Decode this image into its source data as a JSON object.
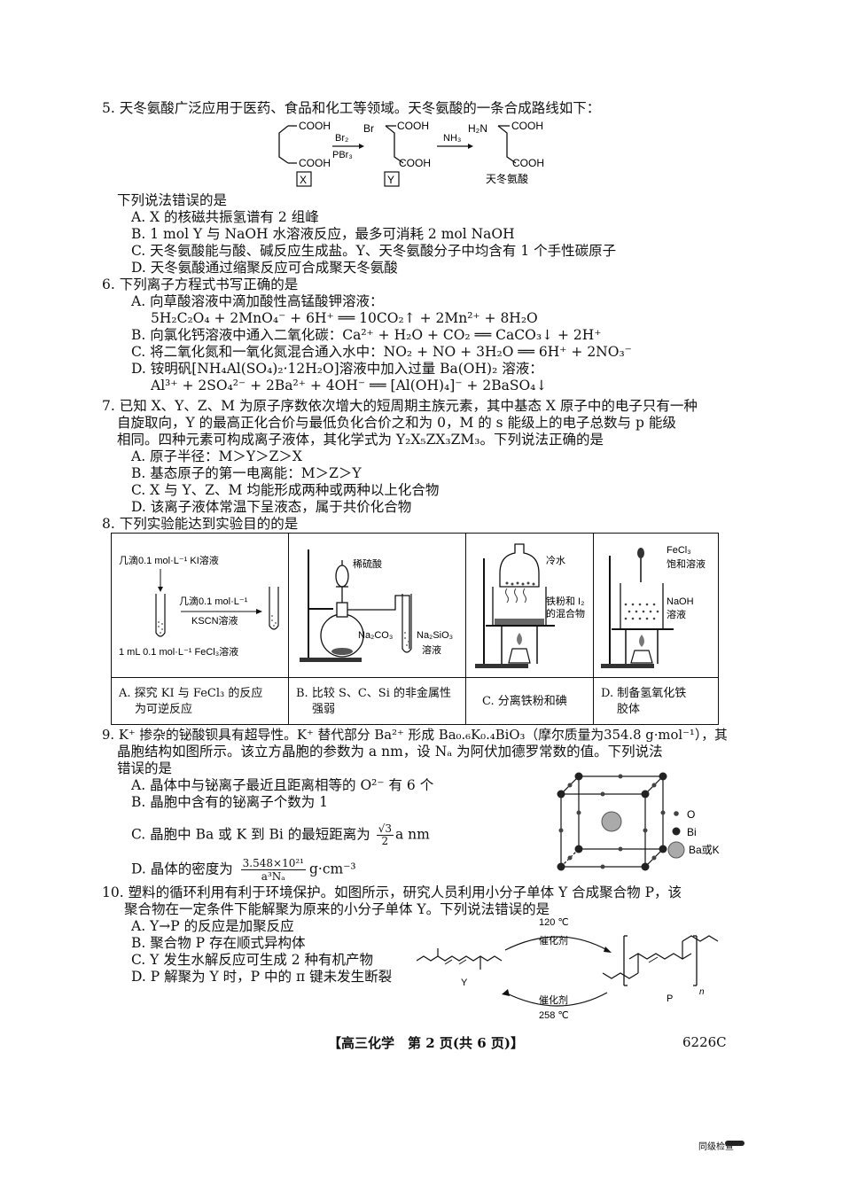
{
  "q5": {
    "stem": "5. 天冬氨酸广泛应用于医药、食品和化工等领域。天冬氨酸的一条合成路线如下：",
    "scheme": {
      "cooh": "COOH",
      "br": "Br",
      "h2n": "H₂N",
      "reagent1_top": "Br₂",
      "reagent1_bottom": "PBr₃",
      "reagent2": "NH₃",
      "label_x": "X",
      "label_y": "Y",
      "label_product": "天冬氨酸"
    },
    "prompt": "下列说法错误的是",
    "options": [
      "A. X 的核磁共振氢谱有 2 组峰",
      "B. 1 mol Y 与 NaOH 水溶液反应，最多可消耗 2 mol NaOH",
      "C. 天冬氨酸能与酸、碱反应生成盐。Y、天冬氨酸分子中均含有 1 个手性碳原子",
      "D. 天冬氨酸通过缩聚反应可合成聚天冬氨酸"
    ]
  },
  "q6": {
    "stem": "6. 下列离子方程式书写正确的是",
    "lines": [
      "A. 向草酸溶液中滴加酸性高锰酸钾溶液：",
      "5H₂C₂O₄ + 2MnO₄⁻ + 6H⁺ ══ 10CO₂↑ + 2Mn²⁺ + 8H₂O",
      "B. 向氯化钙溶液中通入二氧化碳：Ca²⁺ + H₂O + CO₂ ══ CaCO₃↓ + 2H⁺",
      "C. 将二氧化氮和一氧化氮混合通入水中：NO₂ + NO + 3H₂O ══ 6H⁺ + 2NO₃⁻",
      "D. 铵明矾[NH₄Al(SO₄)₂·12H₂O]溶液中加入过量 Ba(OH)₂ 溶液：",
      "Al³⁺ + 2SO₄²⁻ + 2Ba²⁺ + 4OH⁻ ══ [Al(OH)₄]⁻ + 2BaSO₄↓"
    ]
  },
  "q7": {
    "stem_lines": [
      "7. 已知 X、Y、Z、M 为原子序数依次增大的短周期主族元素，其中基态 X 原子中的电子只有一种",
      "自旋取向，Y 的最高正化合价与最低负化合价之和为 0，M 的 s 能级上的电子总数与 p 能级",
      "相同。四种元素可构成离子液体，其化学式为 Y₂X₅ZX₃ZM₃。下列说法正确的是"
    ],
    "options": [
      "A. 原子半径：M＞Y＞Z＞X",
      "B. 基态原子的第一电离能：M＞Z＞Y",
      "C. X 与 Y、Z、M 均能形成两种或两种以上化合物",
      "D. 该离子液体常温下呈液态，属于共价化合物"
    ]
  },
  "q8": {
    "stem": "8. 下列实验能达到实验目的的是",
    "a_labels": [
      "几滴0.1 mol·L⁻¹ KI溶液",
      "几滴0.1 mol·L⁻¹",
      "KSCN溶液",
      "1 mL 0.1 mol·L⁻¹ FeCl₃溶液"
    ],
    "b_labels": [
      "稀硫酸",
      "Na₂CO₃",
      "Na₂SiO₃",
      "溶液"
    ],
    "c_labels": [
      "冷水",
      "铁粉和 I₂",
      "的混合物"
    ],
    "d_labels": [
      "FeCl₃",
      "饱和溶液",
      "NaOH",
      "溶液"
    ],
    "captions": [
      [
        "A. 探究 KI 与 FeCl₃ 的反应",
        "为可逆反应"
      ],
      [
        "B. 比较 S、C、Si 的非金属性",
        "强弱"
      ],
      [
        "C. 分离铁粉和碘"
      ],
      [
        "D. 制备氢氧化铁",
        "胶体"
      ]
    ]
  },
  "q9": {
    "stem_lines": [
      "9. K⁺ 掺杂的铋酸钡具有超导性。K⁺ 替代部分 Ba²⁺ 形成 Ba₀.₆K₀.₄BiO₃（摩尔质量为354.8 g·mol⁻¹），其",
      "晶胞结构如图所示。该立方晶胞的参数为 a nm，设 Nₐ 为阿伏加德罗常数的值。下列说法",
      "错误的是"
    ],
    "options": [
      "A. 晶体中与铋离子最近且距离相等的 O²⁻ 有 6 个",
      "B. 晶胞中含有的铋离子个数为 1",
      "C. 晶胞中 Ba 或 K 到 Bi 的最短距离为",
      "D. 晶体的密度为"
    ],
    "frac_c_num": "√3",
    "frac_c_den": "2",
    "frac_c_tail": "a nm",
    "frac_d_num": "3.548×10²¹",
    "frac_d_den": "a³Nₐ",
    "frac_d_tail": "g·cm⁻³",
    "legend": [
      "O",
      "Bi",
      "Ba或K"
    ]
  },
  "q10": {
    "stem_lines": [
      "10. 塑料的循环利用有利于环境保护。如图所示，研究人员利用小分子单体 Y 合成聚合物 P，该",
      "聚合物在一定条件下能解聚为原来的小分子单体 Y。下列说法错误的是"
    ],
    "options": [
      "A. Y→P 的反应是加聚反应",
      "B. 聚合物 P 存在顺式异构体",
      "C. Y 发生水解反应可生成 2 种有机产物",
      "D. P 解聚为 Y 时，P 中的 π 键未发生断裂"
    ],
    "temp_top": "120 ℃",
    "cat_top": "催化剂",
    "cat_bottom": "催化剂",
    "temp_bottom": "258 ℃",
    "label_y": "Y",
    "label_p": "P",
    "label_n": "n"
  },
  "footer": {
    "center": "【高三化学　第 2 页(共 6 页)】",
    "code": "6226C"
  },
  "corner_mark": "同级检查"
}
